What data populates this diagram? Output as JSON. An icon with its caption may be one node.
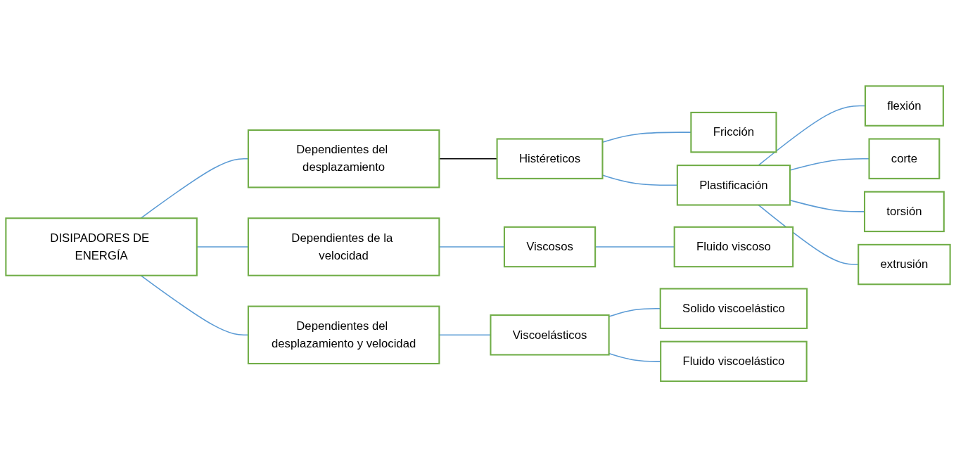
{
  "diagram": {
    "nodes": [
      {
        "text": [
          "DISIPADORES DE ENERGÍA"
        ]
      },
      {
        "text": [
          "Dependientes del desplazamiento"
        ]
      },
      {
        "text": [
          "Histéreticos"
        ]
      },
      {
        "text": [
          "Fricción"
        ]
      },
      {
        "text": [
          "Plastificación"
        ]
      },
      {
        "text": [
          "flexión"
        ]
      },
      {
        "text": [
          "corte"
        ]
      },
      {
        "text": [
          "torsión"
        ]
      },
      {
        "text": [
          "extrusión"
        ]
      },
      {
        "text": [
          "Dependientes de la velocidad"
        ]
      },
      {
        "text": [
          "Viscosos"
        ]
      },
      {
        "text": [
          "Fluido viscoso"
        ]
      },
      {
        "text": [
          "Dependientes del desplazamiento y velocidad"
        ]
      },
      {
        "text": [
          "Viscoelásticos"
        ]
      },
      {
        "text": [
          "Solido viscoelástico"
        ]
      },
      {
        "text": [
          "Fluido viscoelástico"
        ]
      }
    ],
    "edges": [
      {
        "from": 0,
        "to": 1,
        "arrow": "none"
      },
      {
        "from": 0,
        "to": 9,
        "arrow": "none"
      },
      {
        "from": 0,
        "to": 12,
        "arrow": "none"
      },
      {
        "from": 1,
        "to": 2,
        "arrow": "none",
        "color": "#000000"
      },
      {
        "from": 2,
        "to": 3,
        "arrow": "none"
      },
      {
        "from": 2,
        "to": 4,
        "arrow": "none"
      },
      {
        "from": 4,
        "to": 5,
        "arrow": "none"
      },
      {
        "from": 4,
        "to": 6,
        "arrow": "none"
      },
      {
        "from": 4,
        "to": 7,
        "arrow": "none"
      },
      {
        "from": 4,
        "to": 8,
        "arrow": "none"
      },
      {
        "from": 9,
        "to": 10,
        "arrow": "none"
      },
      {
        "from": 10,
        "to": 11,
        "arrow": "none"
      },
      {
        "from": 12,
        "to": 13,
        "arrow": "none"
      },
      {
        "from": 13,
        "to": 14,
        "arrow": "none"
      },
      {
        "from": 13,
        "to": 15,
        "arrow": "none"
      }
    ]
  }
}
